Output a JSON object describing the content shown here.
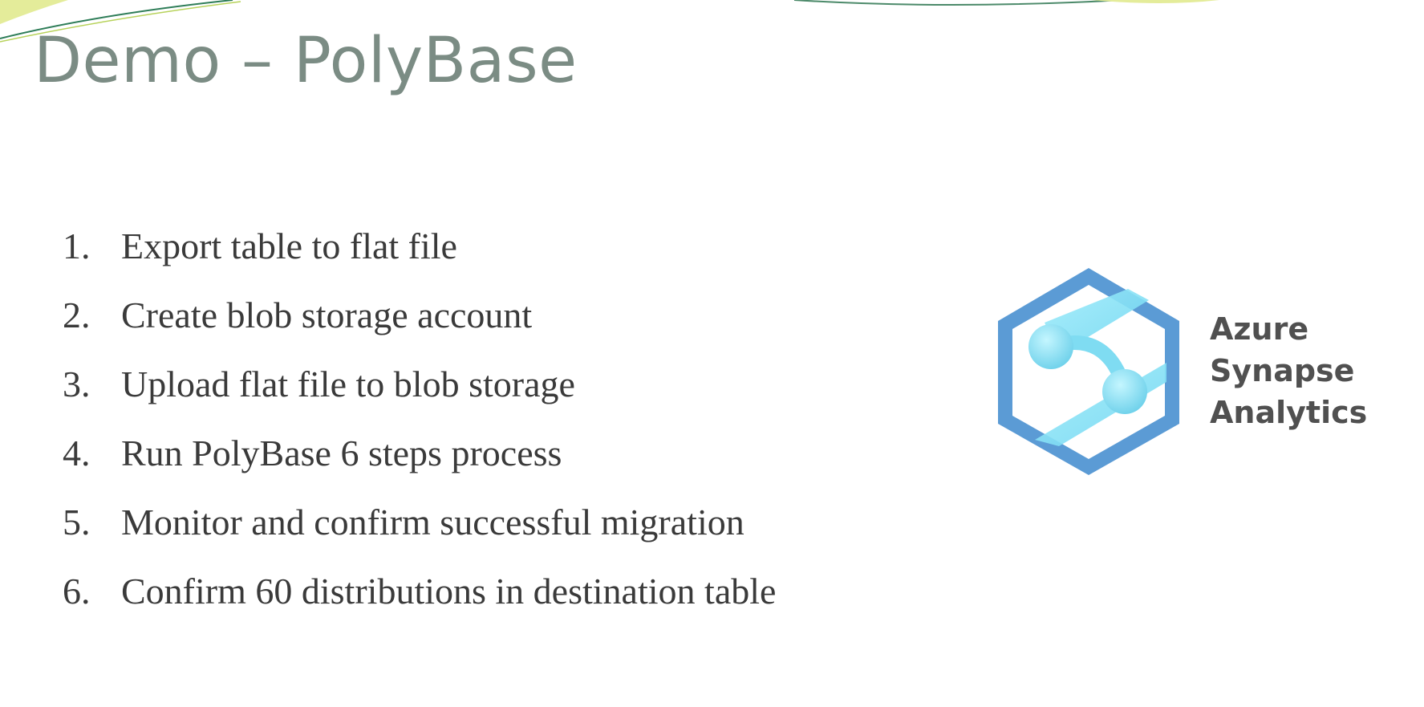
{
  "slide": {
    "title": "Demo – PolyBase",
    "title_color": "#7b8c84",
    "steps": [
      {
        "number": "1.",
        "text": "Export table to flat file"
      },
      {
        "number": "2.",
        "text": "Create blob storage account"
      },
      {
        "number": "3.",
        "text": "Upload flat file to blob storage"
      },
      {
        "number": "4.",
        "text": "Run PolyBase 6 steps process"
      },
      {
        "number": "5.",
        "text": "Monitor and confirm successful migration"
      },
      {
        "number": "6.",
        "text": "Confirm 60 distributions in destination table"
      }
    ]
  },
  "logo": {
    "icon": "azure-synapse-analytics-icon",
    "lines": [
      "Azure",
      "Synapse",
      "Analytics"
    ],
    "colors": {
      "hexagon": "#5b9bd5",
      "accent": "#8fe3f5",
      "text": "#505050"
    }
  }
}
